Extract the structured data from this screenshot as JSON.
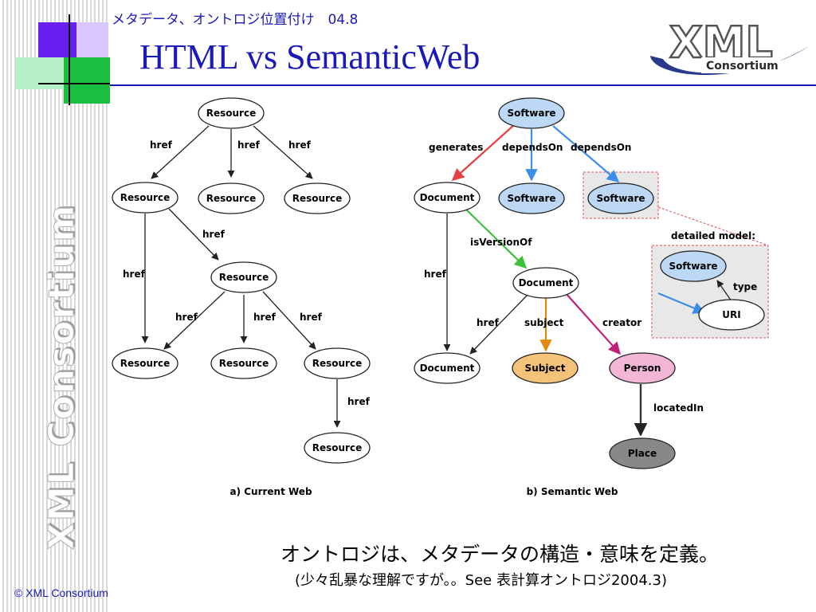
{
  "slide": {
    "subtitle": "メタデータ、オントロジ位置付け　04.8",
    "title": "HTML vs SemanticWeb",
    "side_watermark": "XML Consortium",
    "copyright": "© XML Consortium",
    "footer_line1": "オントロジは、メタデータの構造・意味を定義。",
    "footer_line2": "(少々乱暴な理解ですが。。See 表計算オントロジ2004.3)"
  },
  "logo": {
    "mark": "XML",
    "sub": "Consortium"
  },
  "figure": {
    "current_web": {
      "caption": "a) Current Web",
      "node_label": "Resource",
      "edge_label": "href"
    },
    "semantic_web": {
      "caption": "b) Semantic Web",
      "nodes": {
        "software_top": "Software",
        "document_1": "Document",
        "software_mid": "Software",
        "software_right": "Software",
        "document_2": "Document",
        "document_3": "Document",
        "subject": "Subject",
        "person": "Person",
        "place": "Place"
      },
      "edges": {
        "generates": "generates",
        "depends_on_1": "dependsOn",
        "depends_on_2": "dependsOn",
        "is_version_of": "isVersionOf",
        "href_left": "href",
        "href_mid": "href",
        "subject": "subject",
        "creator": "creator",
        "located_in": "locatedIn"
      },
      "detailed_model": {
        "heading": "detailed model:",
        "software": "Software",
        "uri": "URI",
        "type": "type"
      }
    },
    "colors": {
      "software_fill": "#bcd8f4",
      "subject_fill": "#f5c27a",
      "person_fill": "#f4b6d6",
      "place_fill": "#888888",
      "generates_edge": "#e84040",
      "depends_edge": "#3a8ee8",
      "isversion_edge": "#3cc03c",
      "subject_edge": "#e08a10",
      "creator_edge": "#c0207a",
      "title_color": "#1a1ab8"
    }
  }
}
